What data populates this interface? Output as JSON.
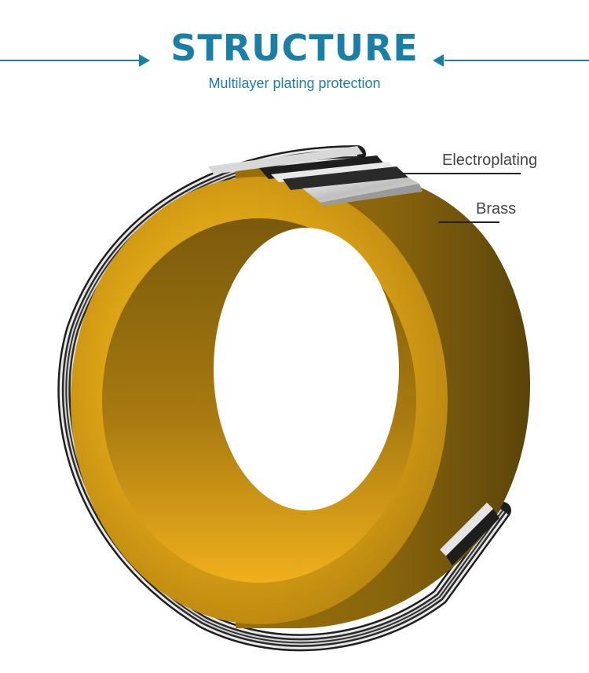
{
  "header": {
    "title": "STRUCTURE",
    "subtitle": "Multilayer plating protection"
  },
  "callouts": {
    "electroplating": "Electroplating",
    "brass": "Brass"
  },
  "colors": {
    "accent": "#1a7fa6",
    "brass_light": "#e0a81a",
    "brass_dark": "#6b4f0c",
    "plating": "#c8c8c8"
  }
}
